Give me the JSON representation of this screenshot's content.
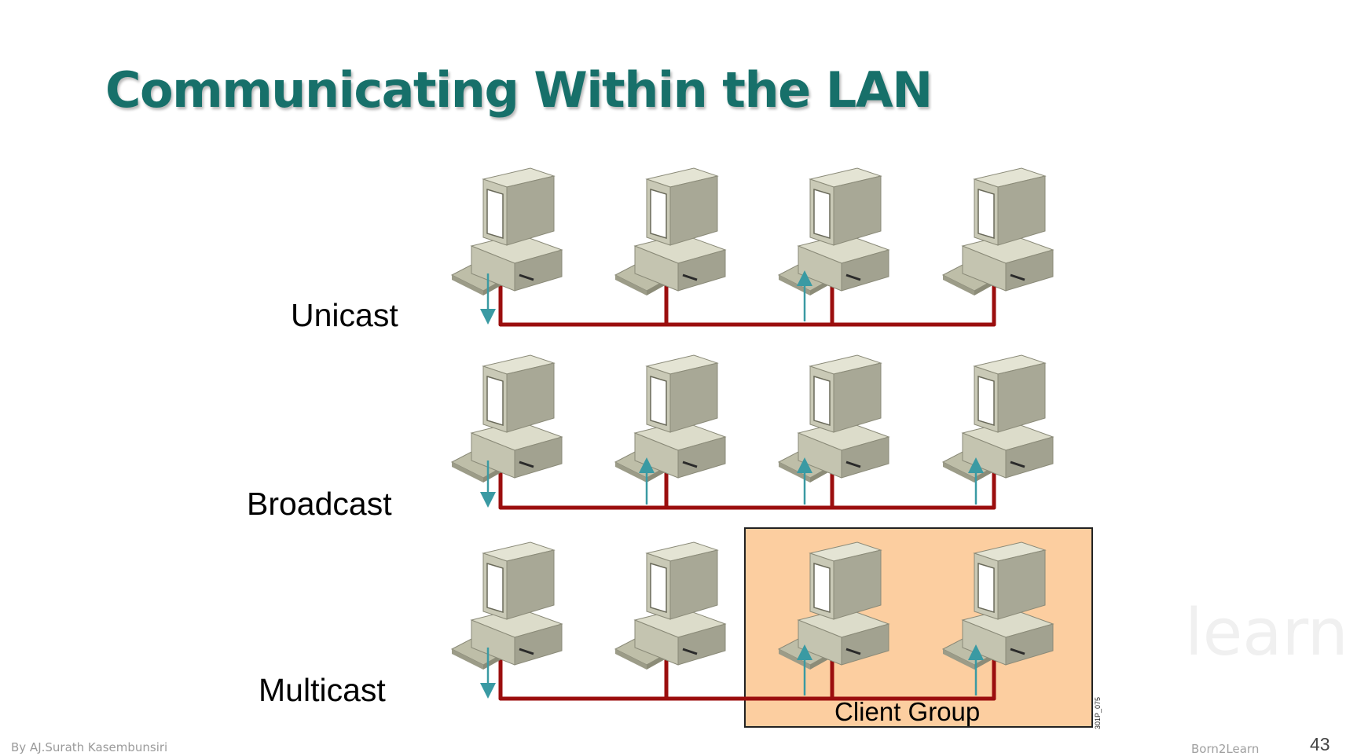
{
  "slide": {
    "title": "Communicating Within the LAN",
    "page_number": "43",
    "footer_author": "By AJ.Surath Kasembunsiri",
    "footer_brand": "Born2Learn",
    "watermark_text": "learn"
  },
  "diagram": {
    "rows": [
      {
        "label": "Unicast",
        "arrows": [
          "down",
          "none",
          "up",
          "none"
        ]
      },
      {
        "label": "Broadcast",
        "arrows": [
          "down",
          "up",
          "up",
          "up"
        ]
      },
      {
        "label": "Multicast",
        "arrows": [
          "down",
          "none",
          "up",
          "up"
        ]
      }
    ],
    "client_group_label": "Client Group",
    "figure_code": "301P_075",
    "colors": {
      "cable": "#9b0e0e",
      "arrow": "#3a9aa3",
      "client_group_fill": "#fccea0",
      "client_group_border": "#222222",
      "computer_body": "#cfcfbd",
      "title": "#17706a"
    }
  }
}
